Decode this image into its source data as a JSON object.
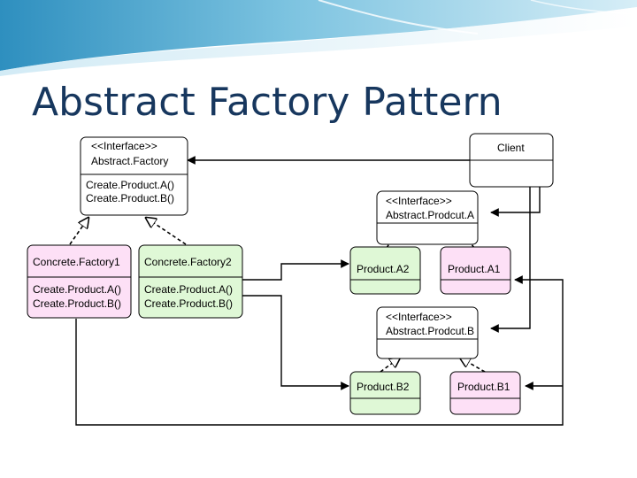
{
  "title": "Abstract Factory Pattern",
  "colors": {
    "pink": "#fde0f6",
    "green": "#dff8d6",
    "white": "#ffffff",
    "title": "#17375e"
  },
  "boxes": {
    "abstract_factory": {
      "lines": [
        "<<Interface>>",
        "Abstract.Factory"
      ],
      "ops": [
        "Create.Product.A()",
        "Create.Product.B()"
      ]
    },
    "client": {
      "lines": [
        "Client"
      ]
    },
    "abstract_product_a": {
      "lines": [
        "<<Interface>>",
        "Abstract.Prodcut.A"
      ]
    },
    "concrete_factory_1": {
      "lines": [
        "Concrete.Factory1"
      ],
      "ops": [
        "Create.Product.A()",
        "Create.Product.B()"
      ]
    },
    "concrete_factory_2": {
      "lines": [
        "Concrete.Factory2"
      ],
      "ops": [
        "Create.Product.A()",
        "Create.Product.B()"
      ]
    },
    "product_a2": {
      "lines": [
        "Product.A2"
      ]
    },
    "product_a1": {
      "lines": [
        "Product.A1"
      ]
    },
    "abstract_product_b": {
      "lines": [
        "<<Interface>>",
        "Abstract.Prodcut.B"
      ]
    },
    "product_b2": {
      "lines": [
        "Product.B2"
      ]
    },
    "product_b1": {
      "lines": [
        "Product.B1"
      ]
    }
  }
}
